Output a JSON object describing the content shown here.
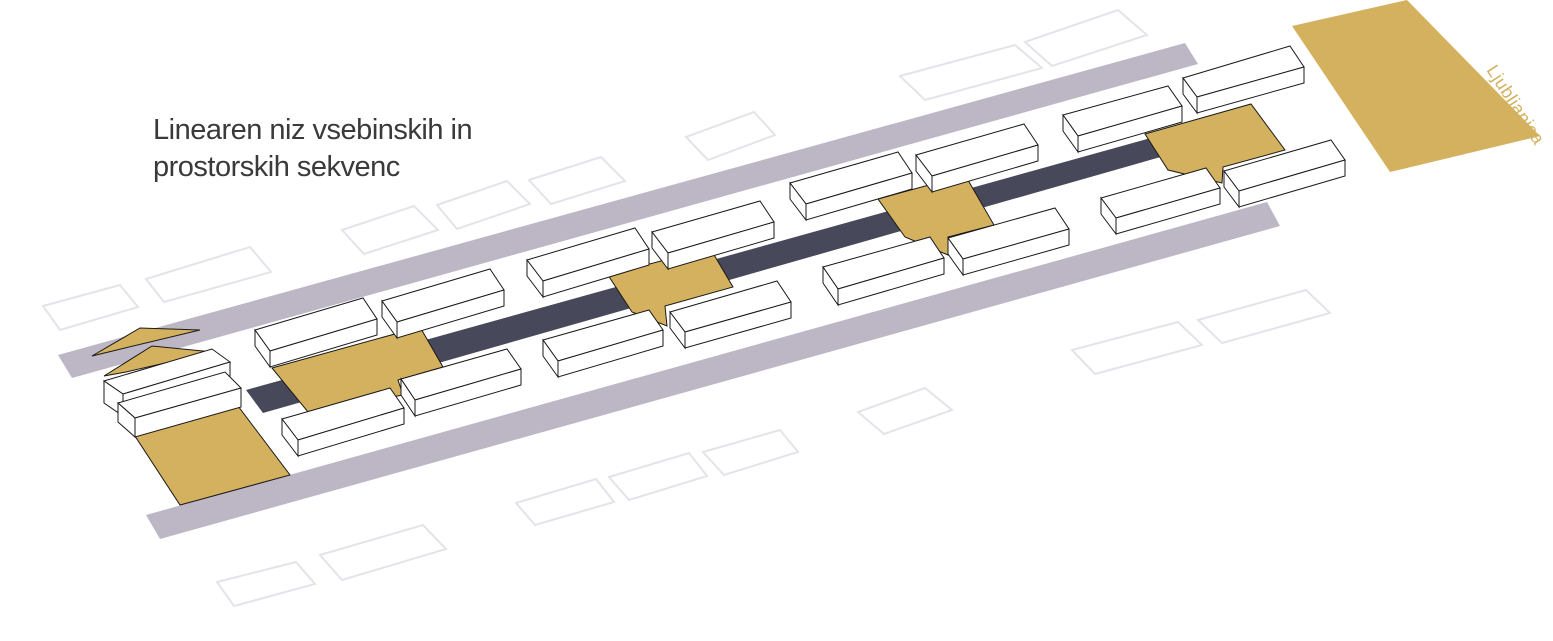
{
  "caption": {
    "line1": "Linearen niz vsebinskih in",
    "line2": "prostorskih sekvenc"
  },
  "river_label": "Ljubljanica",
  "colors": {
    "accent_gold": "#d4b15e",
    "street_lilac": "#bdb7c5",
    "axis_dark": "#474859",
    "building_fill": "#ffffff",
    "building_stroke": "#1a1a1a",
    "ghost_stroke": "#e8e5ec",
    "caption_text": "#3a3a3a",
    "river_text": "#d4b15e"
  }
}
